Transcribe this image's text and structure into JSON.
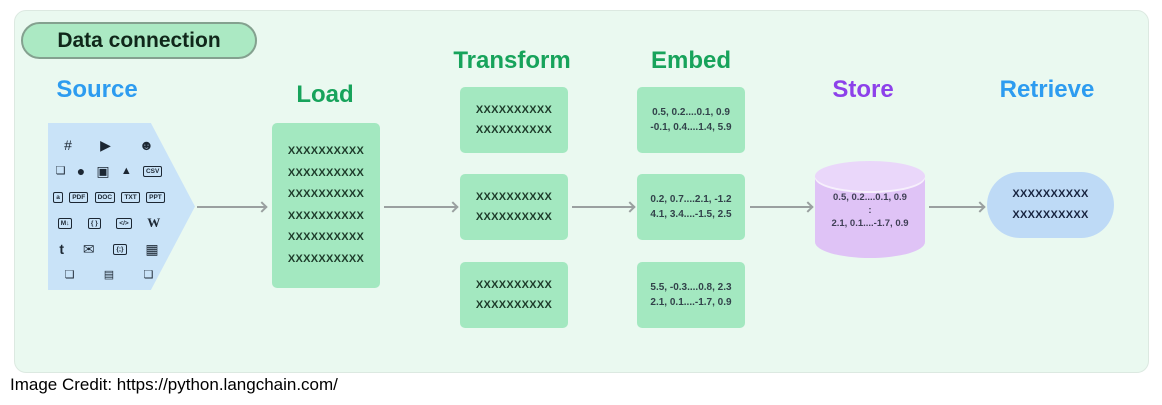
{
  "badge": {
    "label": "Data connection"
  },
  "headers": {
    "source": "Source",
    "load": "Load",
    "transform": "Transform",
    "embed": "Embed",
    "store": "Store",
    "retrieve": "Retrieve"
  },
  "load_box": {
    "lines": [
      "XXXXXXXXXX",
      "XXXXXXXXXX",
      "XXXXXXXXXX",
      "XXXXXXXXXX",
      "XXXXXXXXXX",
      "XXXXXXXXXX"
    ]
  },
  "transform_boxes": [
    {
      "line1": "XXXXXXXXXX",
      "line2": "XXXXXXXXXX"
    },
    {
      "line1": "XXXXXXXXXX",
      "line2": "XXXXXXXXXX"
    },
    {
      "line1": "XXXXXXXXXX",
      "line2": "XXXXXXXXXX"
    }
  ],
  "embed_boxes": [
    {
      "line1": "0.5, 0.2....0.1, 0.9",
      "line2": "-0.1, 0.4....1.4, 5.9"
    },
    {
      "line1": "0.2, 0.7....2.1, -1.2",
      "line2": "4.1, 3.4....-1.5, 2.5"
    },
    {
      "line1": "5.5, -0.3....0.8, 2.3",
      "line2": "2.1, 0.1....-1.7, 0.9"
    }
  ],
  "store_db": {
    "line1": "0.5, 0.2....0.1, 0.9",
    "line2": ":",
    "line3": "2.1, 0.1....-1.7, 0.9"
  },
  "retrieve_box": {
    "line1": "XXXXXXXXXX",
    "line2": "XXXXXXXXXX"
  },
  "source_icons": [
    {
      "name": "slack",
      "glyph": "#"
    },
    {
      "name": "youtube",
      "glyph": "▶"
    },
    {
      "name": "discord",
      "glyph": "☻"
    },
    {
      "name": "file",
      "glyph": "❏"
    },
    {
      "name": "github",
      "glyph": "●"
    },
    {
      "name": "image",
      "glyph": "▣"
    },
    {
      "name": "google-drive",
      "glyph": "▲"
    },
    {
      "name": "csv-file",
      "glyph": "CSV"
    },
    {
      "name": "note-file",
      "glyph": "a"
    },
    {
      "name": "pdf-file",
      "glyph": "PDF"
    },
    {
      "name": "doc-file",
      "glyph": "DOC"
    },
    {
      "name": "txt-file",
      "glyph": "TXT"
    },
    {
      "name": "ppt-file",
      "glyph": "PPT"
    },
    {
      "name": "markdown-file",
      "glyph": "M↓"
    },
    {
      "name": "code-file",
      "glyph": "{ }"
    },
    {
      "name": "html-file",
      "glyph": "</>"
    },
    {
      "name": "wikipedia",
      "glyph": "W"
    },
    {
      "name": "twitter",
      "glyph": "t"
    },
    {
      "name": "email",
      "glyph": "✉"
    },
    {
      "name": "json-file",
      "glyph": "{;}"
    },
    {
      "name": "folder",
      "glyph": "▦"
    },
    {
      "name": "file-2",
      "glyph": "❏"
    },
    {
      "name": "text-file",
      "glyph": "▤"
    },
    {
      "name": "file-3",
      "glyph": "❏"
    }
  ],
  "colors": {
    "source_header": "#2d9cf0",
    "green_header": "#17a35b",
    "store_header": "#8d41ea",
    "retrieve_header": "#2d9cf0",
    "green_box": "#a3e8c0",
    "blue_source_shape": "#c9e3f8",
    "retrieve_pill": "#bedaf6",
    "cylinder_body": "#dfc3f6",
    "cylinder_top": "#ead7fa",
    "badge_fill": "#abe9c3",
    "canvas_background": "#eaf9f0",
    "arrow": "#9aa0a0"
  },
  "credit": "Image Credit: https://python.langchain.com/"
}
